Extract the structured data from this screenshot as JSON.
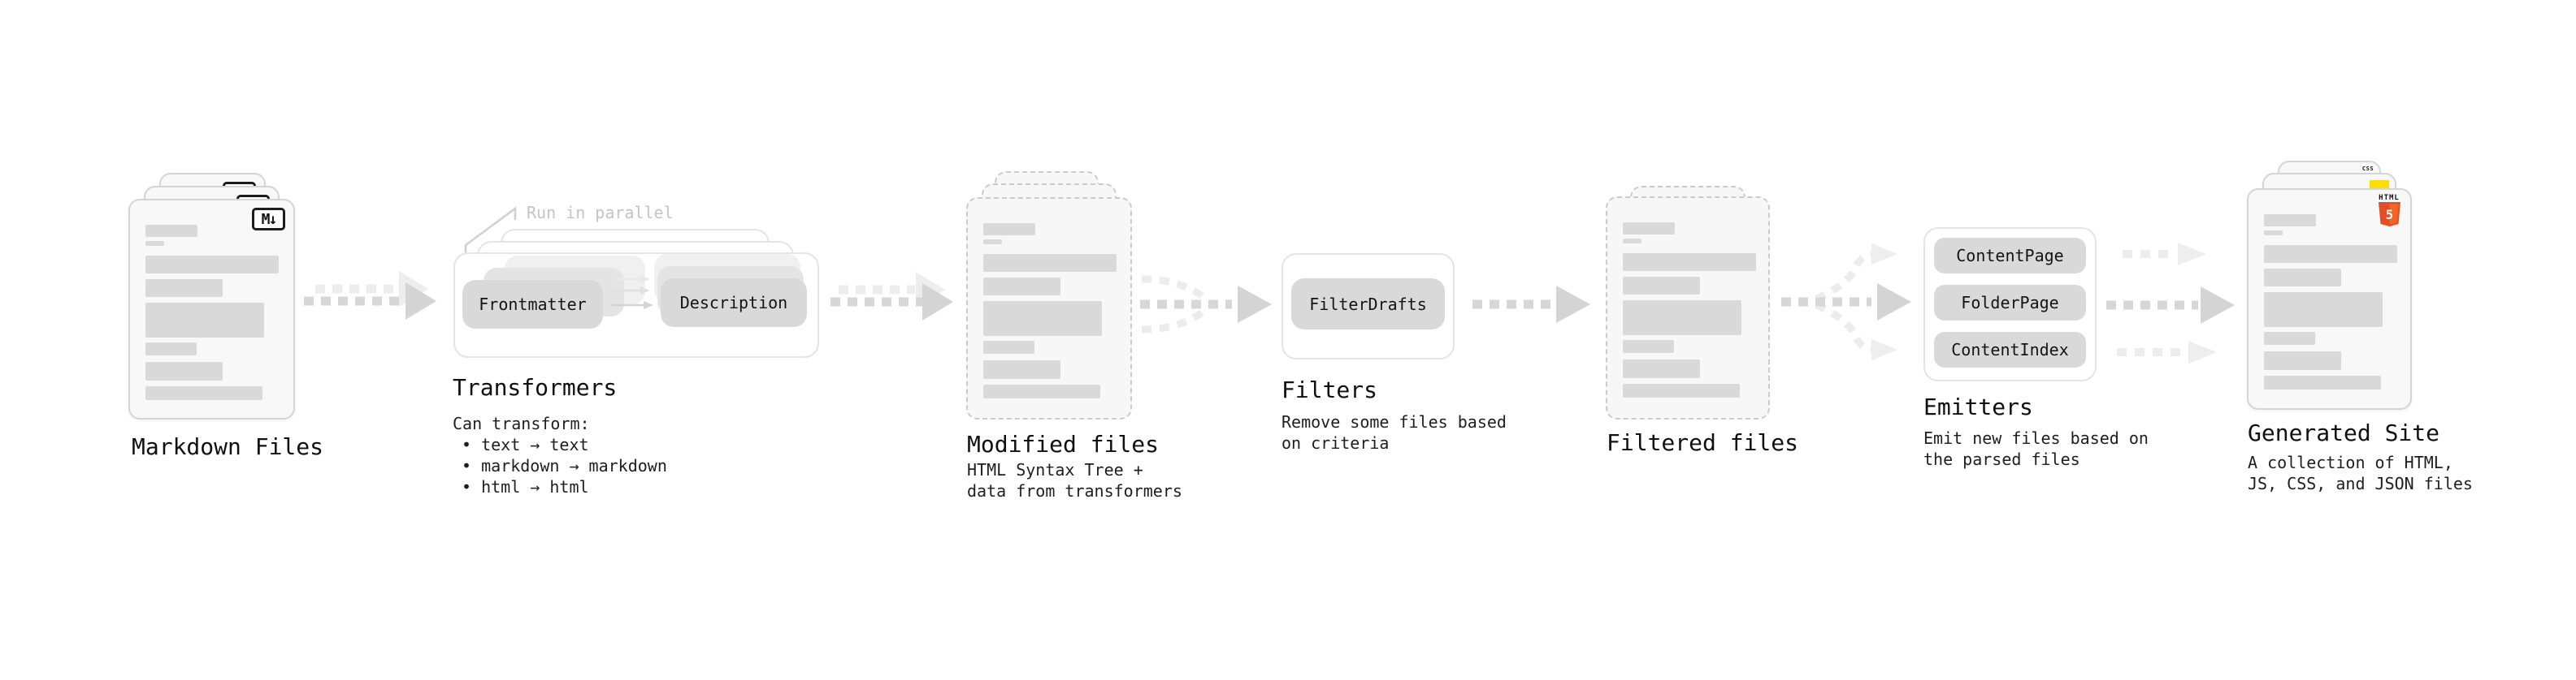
{
  "diagram": {
    "stages": {
      "markdown_files": {
        "title": "Markdown Files",
        "icon_label": "M↓"
      },
      "transformers": {
        "title": "Transformers",
        "annotation": "Run in parallel",
        "input_box": "Frontmatter",
        "output_box": "Description",
        "intro": "Can transform:",
        "bullets": [
          "• text → text",
          "• markdown → markdown",
          "• html → html"
        ]
      },
      "modified_files": {
        "title": "Modified files",
        "desc_lines": [
          "HTML Syntax Tree +",
          "data from transformers"
        ]
      },
      "filters": {
        "title": "Filters",
        "box": "FilterDrafts",
        "desc_lines": [
          "Remove some files based",
          "on criteria"
        ]
      },
      "filtered_files": {
        "title": "Filtered files"
      },
      "emitters": {
        "title": "Emitters",
        "boxes": [
          "ContentPage",
          "FolderPage",
          "ContentIndex"
        ],
        "desc_lines": [
          "Emit new files based on",
          "the parsed files"
        ]
      },
      "generated_site": {
        "title": "Generated Site",
        "desc_lines": [
          "A collection of HTML,",
          "JS, CSS, and JSON files"
        ],
        "badges": {
          "html_label": "HTML",
          "html_number": "5",
          "css_label": "CSS"
        }
      }
    },
    "colors": {
      "arrow_dark": "#d7d7d7",
      "arrow_light": "#ededed",
      "bar": "#d9d9d9",
      "button": "#d9d9d9",
      "html5_orange": "#e44d26",
      "js_yellow": "#ffde00",
      "css_blue": "#2d65f2"
    }
  }
}
